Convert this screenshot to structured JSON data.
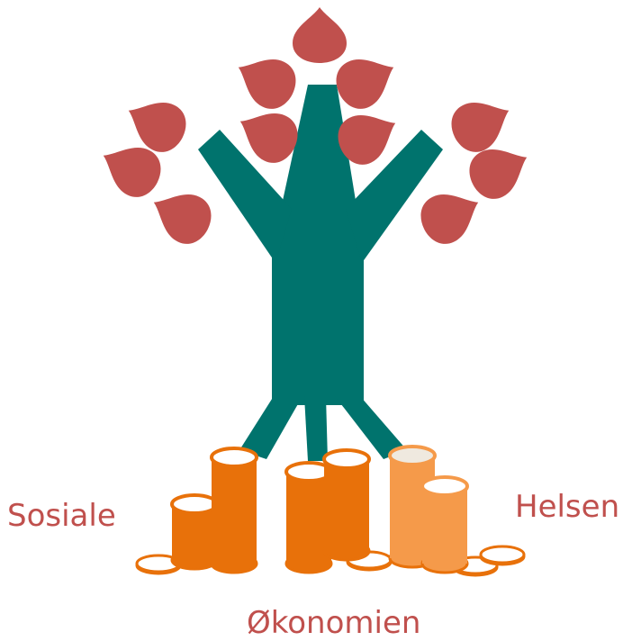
{
  "colors": {
    "leaf": "#c0504d",
    "trunk": "#00736d",
    "coin_dark": "#e8710a",
    "coin_light": "#f59a4a",
    "coin_face": "#ffffff",
    "coin_face_light": "#efe9df",
    "coin_outline": "#e8710a",
    "label": "#c0504d"
  },
  "labels": {
    "left": "Sosiale",
    "right": "Helsen",
    "bottom": "Økonomien"
  }
}
